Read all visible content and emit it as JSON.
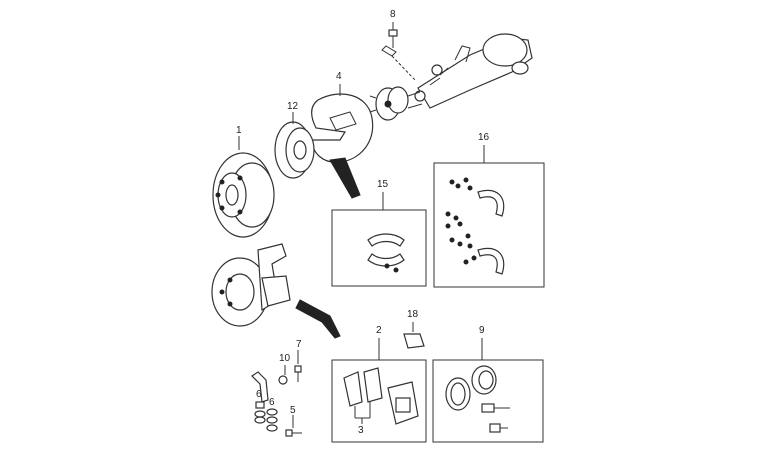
{
  "callouts": {
    "c1": "1",
    "c2": "2",
    "c3": "3",
    "c4": "4",
    "c5": "5",
    "c6a": "6",
    "c6b": "6",
    "c7": "7",
    "c8": "8",
    "c9": "9",
    "c10": "10",
    "c12": "12",
    "c15": "15",
    "c16": "16",
    "c18": "18"
  }
}
